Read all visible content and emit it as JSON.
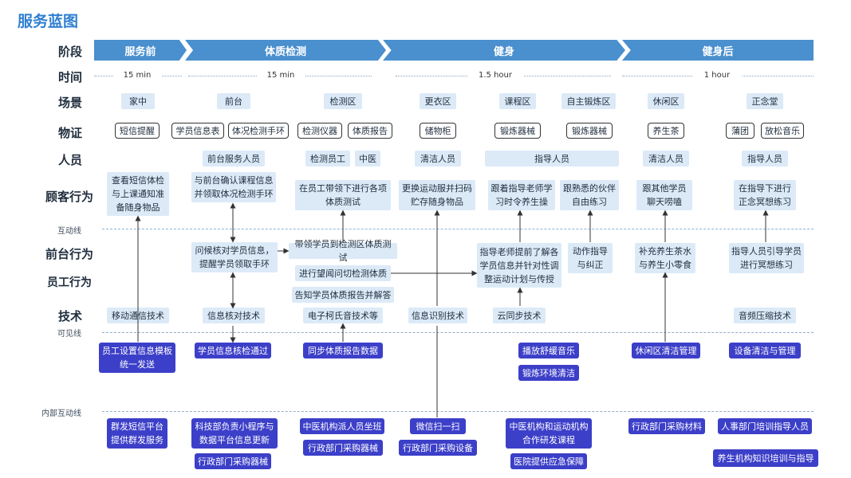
{
  "title": "服务蓝图",
  "row_labels": {
    "stage": "阶段",
    "time": "时间",
    "scene": "场景",
    "evidence": "物证",
    "people": "人员",
    "customer": "顾客行为",
    "frontstage": "前台行为",
    "staff": "员工行为",
    "tech": "技术"
  },
  "dividers": {
    "interaction": "互动线",
    "visibility": "可见线",
    "internal": "内部互动线"
  },
  "phases": [
    "服务前",
    "体质检测",
    "健身",
    "健身后"
  ],
  "times": [
    "15 min",
    "15 min",
    "1.5 hour",
    "1 hour"
  ],
  "scenes": [
    "家中",
    "前台",
    "检测区",
    "更衣区",
    "课程区",
    "自主锻炼区",
    "休闲区",
    "正念堂"
  ],
  "evidence": [
    "短信提醒",
    "学员信息表",
    "体况检测手环",
    "检测仪器",
    "体质报告",
    "储物柜",
    "锻炼器械",
    "锻炼器械",
    "养生茶",
    "蒲团",
    "放松音乐"
  ],
  "people": [
    "前台服务人员",
    "检测员工",
    "中医",
    "清洁人员",
    "指导人员",
    "清洁人员",
    "指导人员"
  ],
  "customer": {
    "c1": "查看短信体检与上课通知准备随身物品",
    "c2": "与前台确认课程信息并领取体况检测手环",
    "c3": "在员工带领下进行各项体质测试",
    "c4": "更换运动服并扫码贮存随身物品",
    "c5": "跟着指导老师学习时令养生操",
    "c6": "跟熟悉的伙伴自由练习",
    "c7": "跟其他学员聊天唠嗑",
    "c8": "在指导下进行正念冥想练习"
  },
  "front": {
    "f1": "问候核对学员信息，提醒学员领取手环",
    "f2": "带领学员到检测区体质测试",
    "f3": "进行望闻问切检测体质",
    "f4": "告知学员体质报告并解答",
    "f5": "指导老师提前了解各学员信息并针对性调整运动计划与传授",
    "f6": "动作指导与纠正",
    "f7": "补充养生茶水与养生小零食",
    "f8": "指导人员引导学员进行冥想练习"
  },
  "tech": [
    "移动通信技术",
    "信息核对技术",
    "电子柯氏音技术等",
    "信息识别技术",
    "云同步技术",
    "音频压缩技术"
  ],
  "support": {
    "s1": "员工设置信息模板统一发送",
    "s2": "学员信息核检通过",
    "s3": "同步体质报告数据",
    "s4": "播放舒缓音乐",
    "s5": "锻炼环境清洁",
    "s6": "休闲区清洁管理",
    "s7": "设备清洁与管理"
  },
  "internal": {
    "i1": "群发短信平台提供群发服务",
    "i2": "科技部负责小程序与数据平台信息更新",
    "i3": "行政部门采购器械",
    "i4": "中医机构派人员坐班",
    "i5": "行政部门采购器械",
    "i6": "微信扫一扫",
    "i7": "行政部门采购设备",
    "i8": "中医机构和运动机构合作研发课程",
    "i9": "医院提供应急保障",
    "i10": "行政部门采购材料",
    "i11": "人事部门培训指导人员",
    "i12": "养生机构知识培训与指导"
  },
  "colors": {
    "phase": "#4a8fce",
    "light_box": "#dceaf7",
    "dark_box": "#3c3fc8",
    "title": "#2f7fd1"
  }
}
